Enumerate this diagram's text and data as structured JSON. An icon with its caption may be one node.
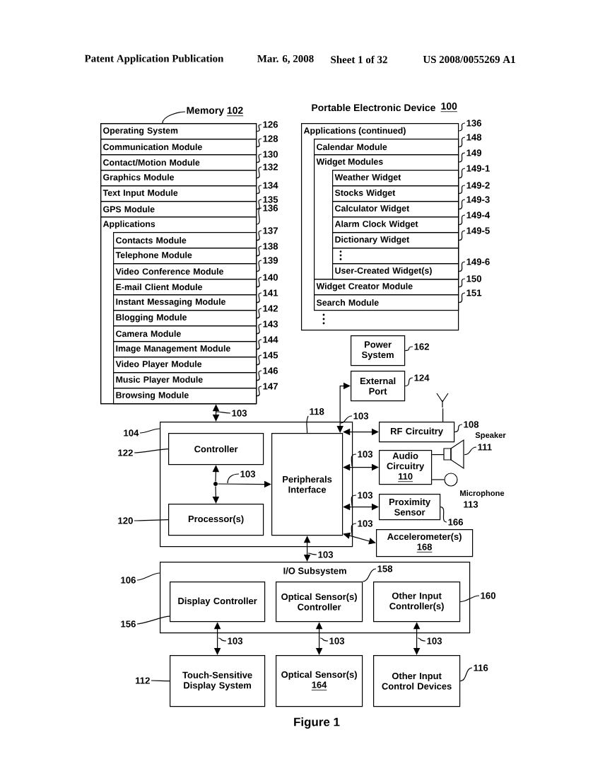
{
  "diagram": {
    "caption": "Figure 1",
    "nodes": [
      {
        "text": [],
        "shape": "box"
      },
      {
        "text": [
          "Operating System"
        ],
        "in": 0
      },
      {
        "text": [
          "Communication Module"
        ],
        "in": 0
      },
      {
        "text": [
          "Contact/Motion Module"
        ],
        "in": 0
      },
      {
        "text": [
          "Graphics Module"
        ],
        "in": 0
      },
      {
        "text": [
          "Text Input Module"
        ],
        "in": 0
      },
      {
        "text": [
          "GPS Module"
        ],
        "in": 0
      },
      {
        "text": [
          "Applications"
        ],
        "in": 0
      },
      {
        "text": [
          "Contacts Module"
        ],
        "in": 7
      },
      {
        "text": [
          "Telephone Module"
        ],
        "in": 7
      },
      {
        "text": [
          "Video Conference Module"
        ],
        "in": 7
      },
      {
        "text": [
          "E-mail Client Module"
        ],
        "in": 7
      },
      {
        "text": [
          "Instant Messaging Module"
        ],
        "in": 7
      },
      {
        "text": [
          "Blogging Module"
        ],
        "in": 7
      },
      {
        "text": [
          "Camera Module"
        ],
        "in": 7
      },
      {
        "text": [
          "Image Management Module"
        ],
        "in": 7
      },
      {
        "text": [
          "Video Player Module"
        ],
        "in": 7
      },
      {
        "text": [
          "Music Player Module"
        ],
        "in": 7
      },
      {
        "text": [
          "Browsing Module"
        ],
        "in": 7
      },
      {
        "text": [
          "Applications (continued)"
        ]
      },
      {
        "text": [
          "Calendar Module"
        ],
        "in": 19
      },
      {
        "text": [
          "Widget Modules"
        ],
        "in": 19
      },
      {
        "text": [
          "Weather Widget"
        ],
        "in": 21
      },
      {
        "text": [
          "Stocks Widget"
        ],
        "in": 21
      },
      {
        "text": [
          "Calculator Widget"
        ],
        "in": 21
      },
      {
        "text": [
          "Alarm Clock Widget"
        ],
        "in": 21
      },
      {
        "text": [
          "Dictionary Widget"
        ],
        "in": 21
      },
      {
        "text": [],
        "shape": "box",
        "in": 21
      },
      {
        "text": [
          "User-Created Widget(s)"
        ],
        "in": 21
      },
      {
        "text": [
          "Widget Creator Module"
        ],
        "in": 19
      },
      {
        "text": [
          "Search Module"
        ],
        "in": 19
      },
      {
        "text": [
          "Power System"
        ]
      },
      {
        "text": [
          "External Port"
        ]
      },
      {
        "text": [],
        "shape": "box"
      },
      {
        "text": [
          "Controller"
        ],
        "in": 33
      },
      {
        "text": [
          "Processor(s)"
        ],
        "in": 33
      },
      {
        "text": [
          "Peripherals Interface"
        ],
        "in": 33
      },
      {
        "text": [
          "RF Circuitry"
        ]
      },
      {
        "text": [
          "Audio Circuitry",
          "110"
        ]
      },
      {
        "text": [],
        "shape": "speaker"
      },
      {
        "text": [],
        "shape": "microphone",
        "beside": [
          "Microphone",
          "113"
        ]
      },
      {
        "text": [
          "Proximity Sensor"
        ]
      },
      {
        "text": [
          "Accelerometer(s)",
          "168"
        ]
      },
      {
        "text": [
          "I/O Subsystem"
        ]
      },
      {
        "text": [
          "Display Controller"
        ],
        "in": 43
      },
      {
        "text": [
          "Optical Sensor(s) Controller"
        ],
        "in": 43
      },
      {
        "text": [
          "Other Input Controller(s)"
        ],
        "in": 43
      },
      {
        "text": [
          "Touch-Sensitive Display System"
        ]
      },
      {
        "text": [
          "Optical Sensor(s)",
          "164"
        ]
      },
      {
        "text": [
          "Other Input Control Devices"
        ]
      },
      {
        "text": [
          "126"
        ]
      },
      {
        "text": [
          "128"
        ]
      },
      {
        "text": [
          "130"
        ]
      },
      {
        "text": [
          "132"
        ]
      },
      {
        "text": [
          "134"
        ]
      },
      {
        "text": [
          "135"
        ]
      },
      {
        "text": [
          "136"
        ]
      },
      {
        "text": [
          "137"
        ]
      },
      {
        "text": [
          "138"
        ]
      },
      {
        "text": [
          "139"
        ]
      },
      {
        "text": [
          "140"
        ]
      },
      {
        "text": [
          "141"
        ]
      },
      {
        "text": [
          "142"
        ]
      },
      {
        "text": [
          "143"
        ]
      },
      {
        "text": [
          "144"
        ]
      },
      {
        "text": [
          "145"
        ]
      },
      {
        "text": [
          "146"
        ]
      },
      {
        "text": [
          "147"
        ]
      },
      {
        "text": [
          "136"
        ]
      },
      {
        "text": [
          "148"
        ]
      },
      {
        "text": [
          "149"
        ]
      },
      {
        "text": [
          "149-1"
        ]
      },
      {
        "text": [
          "149-2"
        ]
      },
      {
        "text": [
          "149-3"
        ]
      },
      {
        "text": [
          "149-4"
        ]
      },
      {
        "text": [
          "149-5"
        ]
      },
      {
        "text": [
          "149-6"
        ]
      },
      {
        "text": [
          "150"
        ]
      },
      {
        "text": [
          "151"
        ]
      },
      {
        "text": [
          "162"
        ]
      },
      {
        "text": [
          "124"
        ]
      },
      {
        "text": [
          "104"
        ]
      },
      {
        "text": [
          "122"
        ]
      },
      {
        "text": [
          "120"
        ]
      },
      {
        "text": [
          "118"
        ]
      },
      {
        "text": [
          "108"
        ]
      },
      {
        "text": [
          "111"
        ]
      },
      {
        "text": [
          "166"
        ]
      },
      {
        "text": [
          "106"
        ]
      },
      {
        "text": [
          "156"
        ]
      },
      {
        "text": [
          "158"
        ],
        "in": 43
      },
      {
        "text": [
          "160"
        ]
      },
      {
        "text": [
          "112"
        ]
      },
      {
        "text": [
          "116"
        ]
      },
      {
        "text": [
          "103"
        ]
      },
      {
        "text": [
          "103"
        ],
        "in": 33
      },
      {
        "text": [
          "103"
        ]
      },
      {
        "text": [
          "103"
        ]
      },
      {
        "text": [
          "103"
        ]
      },
      {
        "text": [
          "103"
        ]
      },
      {
        "text": [
          "103"
        ]
      },
      {
        "text": [
          "103"
        ]
      },
      {
        "text": [
          "103"
        ]
      },
      {
        "text": [
          "103"
        ]
      },
      {
        "text": [],
        "shape": "dot",
        "in": 33
      },
      {
        "text": [
          "Memory",
          "102"
        ]
      },
      {
        "text": [],
        "shape": "antenna"
      }
    ],
    "edges": [
      {
        "from": 50,
        "to": 1,
        "arrow": "none"
      },
      {
        "from": 51,
        "to": 2,
        "arrow": "none"
      },
      {
        "from": 52,
        "to": 3,
        "arrow": "none"
      },
      {
        "from": 53,
        "to": 4,
        "arrow": "none"
      },
      {
        "from": 54,
        "to": 5,
        "arrow": "none"
      },
      {
        "from": 55,
        "to": 6,
        "arrow": "none"
      },
      {
        "from": 56,
        "to": 7,
        "arrow": "none"
      },
      {
        "from": 57,
        "to": 8,
        "arrow": "none"
      },
      {
        "from": 58,
        "to": 9,
        "arrow": "none"
      },
      {
        "from": 59,
        "to": 10,
        "arrow": "none"
      },
      {
        "from": 60,
        "to": 11,
        "arrow": "none"
      },
      {
        "from": 61,
        "to": 12,
        "arrow": "none"
      },
      {
        "from": 62,
        "to": 13,
        "arrow": "none"
      },
      {
        "from": 63,
        "to": 14,
        "arrow": "none"
      },
      {
        "from": 64,
        "to": 15,
        "arrow": "none"
      },
      {
        "from": 65,
        "to": 16,
        "arrow": "none"
      },
      {
        "from": 66,
        "to": 17,
        "arrow": "none"
      },
      {
        "from": 67,
        "to": 18,
        "arrow": "none"
      },
      {
        "from": 68,
        "to": 19,
        "arrow": "none"
      },
      {
        "from": 69,
        "to": 20,
        "arrow": "none"
      },
      {
        "from": 70,
        "to": 21,
        "arrow": "none"
      },
      {
        "from": 71,
        "to": 22,
        "arrow": "none"
      },
      {
        "from": 72,
        "to": 23,
        "arrow": "none"
      },
      {
        "from": 73,
        "to": 24,
        "arrow": "none"
      },
      {
        "from": 74,
        "to": 25,
        "arrow": "none"
      },
      {
        "from": 75,
        "to": 26,
        "arrow": "none"
      },
      {
        "from": 76,
        "to": 28,
        "arrow": "none"
      },
      {
        "from": 77,
        "to": 29,
        "arrow": "none"
      },
      {
        "from": 78,
        "to": 30,
        "arrow": "none"
      },
      {
        "from": 79,
        "to": 31,
        "arrow": "none"
      },
      {
        "from": 80,
        "to": 32,
        "arrow": "none"
      },
      {
        "from": 81,
        "to": 33,
        "arrow": "none"
      },
      {
        "from": 82,
        "to": 34,
        "arrow": "none"
      },
      {
        "from": 83,
        "to": 35,
        "arrow": "none"
      },
      {
        "from": 84,
        "to": 36,
        "arrow": "none"
      },
      {
        "from": 85,
        "to": 37,
        "arrow": "none"
      },
      {
        "from": 86,
        "to": 39,
        "arrow": "none"
      },
      {
        "from": 87,
        "to": 41,
        "arrow": "none"
      },
      {
        "from": 88,
        "to": 43,
        "arrow": "none"
      },
      {
        "from": 89,
        "to": 44,
        "arrow": "none"
      },
      {
        "from": 90,
        "to": 45,
        "arrow": "none"
      },
      {
        "from": 91,
        "to": 46,
        "arrow": "none"
      },
      {
        "from": 92,
        "to": 47,
        "arrow": "none"
      },
      {
        "from": 93,
        "to": 49,
        "arrow": "none"
      },
      {
        "from": 94,
        "to": null,
        "arrow": "none"
      },
      {
        "from": 95,
        "to": null,
        "arrow": "none"
      },
      {
        "from": 96,
        "to": null,
        "arrow": "none"
      },
      {
        "from": 97,
        "to": null,
        "arrow": "none"
      },
      {
        "from": 98,
        "to": null,
        "arrow": "none"
      },
      {
        "from": 99,
        "to": null,
        "arrow": "none"
      },
      {
        "from": 100,
        "to": null,
        "arrow": "none"
      },
      {
        "from": 101,
        "to": null,
        "arrow": "none"
      },
      {
        "from": 102,
        "to": null,
        "arrow": "none"
      },
      {
        "from": 103,
        "to": null,
        "arrow": "none"
      },
      {
        "from": 0,
        "to": 33,
        "arrow": "both"
      },
      {
        "from": 104,
        "to": 34,
        "arrow": "to"
      },
      {
        "from": 104,
        "to": 35,
        "arrow": "to"
      },
      {
        "from": 104,
        "to": 36,
        "arrow": "to"
      },
      {
        "from": 32,
        "to": 36,
        "arrow": "both"
      },
      {
        "from": 36,
        "to": 37,
        "arrow": "both"
      },
      {
        "from": 36,
        "to": 38,
        "arrow": "both"
      },
      {
        "from": 36,
        "to": 41,
        "arrow": "both"
      },
      {
        "from": 36,
        "to": 42,
        "arrow": "both"
      },
      {
        "from": 36,
        "to": 43,
        "arrow": "both"
      },
      {
        "from": 44,
        "to": 47,
        "arrow": "both"
      },
      {
        "from": 45,
        "to": 48,
        "arrow": "both"
      },
      {
        "from": 46,
        "to": 49,
        "arrow": "both"
      },
      {
        "from": 38,
        "to": 39,
        "arrow": "none"
      },
      {
        "from": 38,
        "to": 40,
        "arrow": "none"
      },
      {
        "from": 105,
        "to": 0,
        "arrow": "none"
      },
      {
        "from": 37,
        "to": 106,
        "arrow": "none"
      }
    ],
    "labels": [
      "Patent Application Publication",
      "Mar. 6, 2008",
      "Sheet 1 of 32",
      "US 2008/0055269 A1",
      "Portable Electronic Device",
      "100",
      "Speaker"
    ]
  }
}
